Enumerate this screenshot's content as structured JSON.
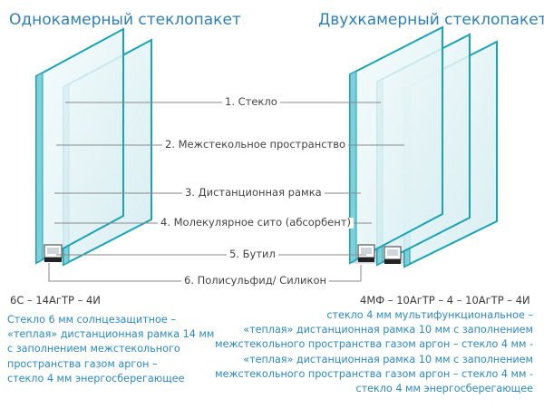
{
  "titles": {
    "single": "Однокамерный стеклопакет",
    "double": "Двухкамерный стеклопакет"
  },
  "labels": [
    "1. Стекло",
    "2. Межстекольное пространство",
    "3. Дистанционная рамка",
    "4. Молекулярное сито (абсорбент)",
    "5. Бутил",
    "6. Полисульфид/ Силикон"
  ],
  "single": {
    "code": "6С – 14АгТР – 4И",
    "description": [
      "Стекло 6 мм солнцезащитное –",
      "«теплая» дистанционная рамка 14 мм",
      "с заполнением межстекольного",
      "пространства газом аргон –",
      "стекло 4 мм энергосберегающее"
    ]
  },
  "double": {
    "code": "4МФ – 10АгТР – 4 – 10АгТР – 4И",
    "description": [
      "стекло 4 мм мультифункциональное  –",
      "«теплая» дистанционная рамка 10 мм с заполнением",
      "межстекольного пространства газом аргон – стекло 4 мм -",
      "«теплая» дистанционная рамка 10 мм с заполнением",
      "межстекольного пространства газом аргон – стекло 4 мм -",
      "стекло 4 мм энергосберегающее"
    ]
  },
  "colors": {
    "title": "#2e7fb4",
    "description": "#2e88c0",
    "glass_edge": "#1aa3b5",
    "glass_fill": "#e6f5f7",
    "label_text": "#444444"
  }
}
